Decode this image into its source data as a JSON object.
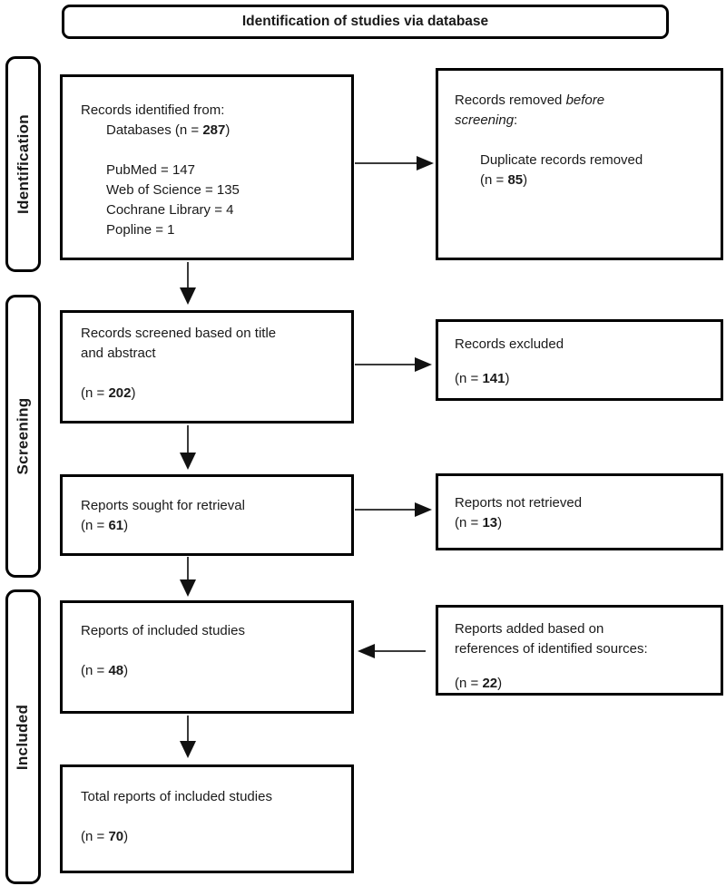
{
  "header": {
    "title": "Identification of studies via database"
  },
  "sidebar": {
    "stages": [
      {
        "label": "Identification"
      },
      {
        "label": "Screening"
      },
      {
        "label": "Included"
      }
    ]
  },
  "boxes": {
    "records_identified": {
      "title": "Records identified from:",
      "databases_prefix": "Databases (n = ",
      "databases_n": "287",
      "databases_suffix": ")",
      "sources": [
        "PubMed = 147",
        "Web of Science = 135",
        "Cochrane Library = 4",
        "Popline = 1"
      ]
    },
    "records_removed": {
      "title_normal": "Records removed ",
      "title_italic_line1": "before",
      "title_italic_line2": "screening",
      "title_suffix": ":",
      "reason": "Duplicate records removed",
      "n_prefix": "(n = ",
      "n_value": "85",
      "n_suffix": ")"
    },
    "records_screened": {
      "line1": "Records screened based on title",
      "line2": "and abstract",
      "n_prefix": "(n = ",
      "n_value": "202",
      "n_suffix": ")"
    },
    "records_excluded": {
      "line1": "Records excluded",
      "n_prefix": "(n = ",
      "n_value": "141",
      "n_suffix": ")"
    },
    "reports_sought": {
      "line1": "Reports sought for retrieval",
      "n_prefix": "(n = ",
      "n_value": "61",
      "n_suffix": ")"
    },
    "reports_not_retrieved": {
      "line1": "Reports not retrieved",
      "n_prefix": "(n = ",
      "n value_unused": "",
      "n_value": "13",
      "n_suffix": ")"
    },
    "reports_included": {
      "line1": "Reports of included studies",
      "n_prefix": "(n = ",
      "n_value": "48",
      "n_suffix": ")"
    },
    "reports_added": {
      "line1": "Reports added based on",
      "line2": "references of identified sources:",
      "n_prefix": "(n = ",
      "n_value": "22",
      "n_suffix": ")"
    },
    "total_reports": {
      "line1": "Total reports of included studies",
      "n_prefix": "(n = ",
      "n_value": "70",
      "n_suffix": ")"
    }
  },
  "colors": {
    "border": "#000000",
    "text": "#1a1a1a",
    "arrow_line": "#3a3a3a",
    "arrow_head": "#111111",
    "background": "#ffffff"
  }
}
